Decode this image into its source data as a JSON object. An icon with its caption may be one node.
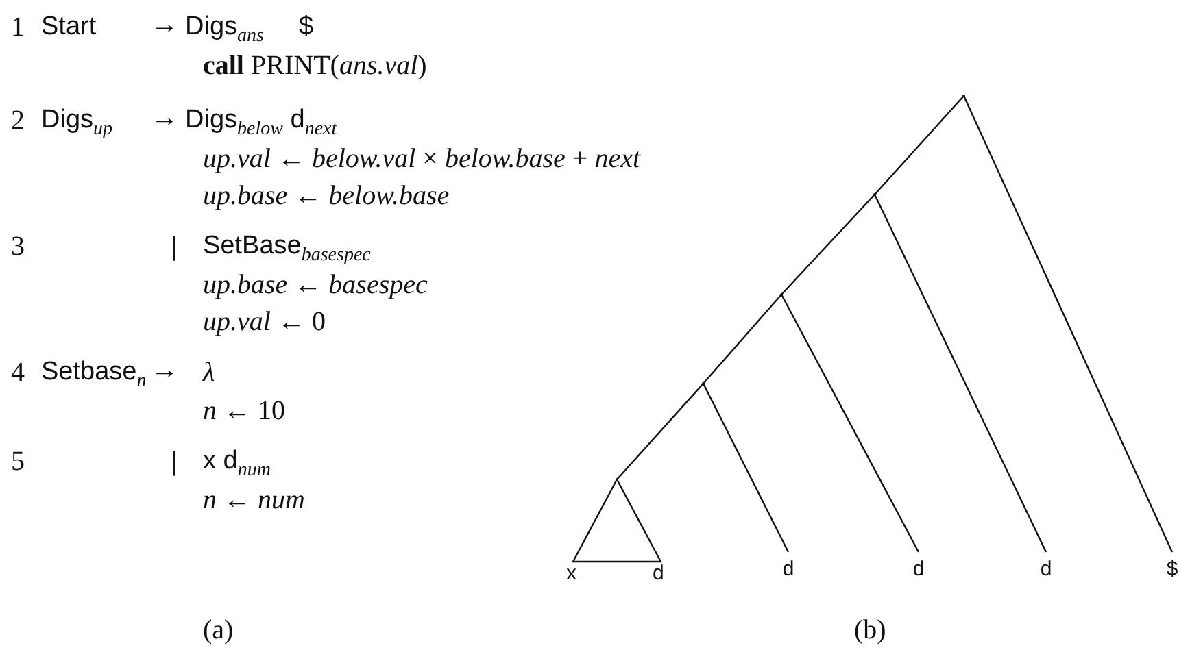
{
  "diagram": {
    "nodes": [
      {
        "text": [],
        "shape": "point"
      },
      {
        "text": [],
        "shape": "point"
      },
      {
        "text": [],
        "shape": "point"
      },
      {
        "text": [],
        "shape": "point"
      },
      {
        "text": [],
        "shape": "triangle"
      },
      {
        "text": [
          "d"
        ]
      },
      {
        "text": [
          "d"
        ]
      },
      {
        "text": [
          "d"
        ]
      },
      {
        "text": [
          "$"
        ]
      }
    ],
    "edges": [
      {
        "from": 0,
        "to": 1,
        "arrow": "none"
      },
      {
        "from": 0,
        "to": 8,
        "arrow": "none"
      },
      {
        "from": 1,
        "to": 2,
        "arrow": "none"
      },
      {
        "from": 1,
        "to": 7,
        "arrow": "none"
      },
      {
        "from": 2,
        "to": 3,
        "arrow": "none"
      },
      {
        "from": 2,
        "to": 6,
        "arrow": "none"
      },
      {
        "from": 3,
        "to": 4,
        "arrow": "none"
      },
      {
        "from": 3,
        "to": 5,
        "arrow": "none"
      }
    ],
    "labels": [
      "1",
      "Start",
      "→",
      "Digs$_{ans}$",
      "$",
      "**call** PRINT(*ans.val*)",
      "2",
      "Digs$_{up}$",
      "→",
      "Digs$_{below}$ d$_{next}$",
      "*up.val* ← *below.val* × *below.base* + *next*",
      "*up.base* ← *below.base*",
      "3",
      "|",
      "SetBase$_{basespec}$",
      "*up.base* ← *basespec*",
      "*up.val* ← 0",
      "4",
      "Setbase$_{n}$",
      "→",
      "*λ*",
      "*n* ← 10",
      "5",
      "|",
      "x d$_{num}$",
      "*n* ← *num*",
      "x",
      "d",
      "(a)",
      "(b)"
    ]
  }
}
